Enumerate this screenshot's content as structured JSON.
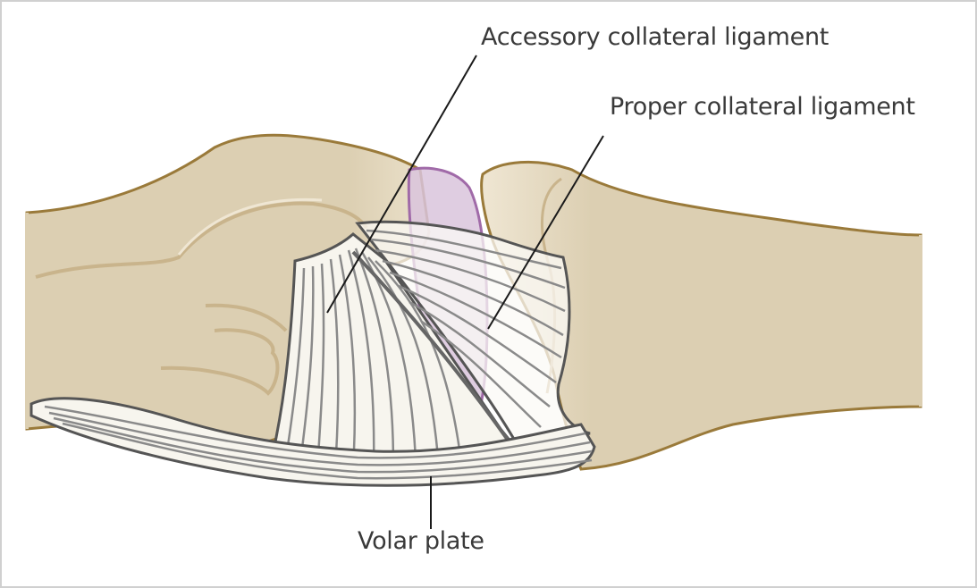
{
  "figure": {
    "subject": "Finger joint collateral ligament complex (lateral view)",
    "labels": {
      "accessory_collateral_ligament": "Accessory collateral ligament",
      "proper_collateral_ligament": "Proper collateral ligament",
      "volar_plate": "Volar plate"
    },
    "colors": {
      "bone_fill": "#dccfb2",
      "bone_outline": "#9a7a3a",
      "bone_shade": "#c9b48c",
      "ligament_fill": "#f7f5ee",
      "ligament_fiber": "#8a8a8a",
      "ligament_edge": "#555555",
      "cartilage_fill": "#c9aacd",
      "cartilage_edge": "#9a5fa2",
      "leader_line": "#1a1a1a",
      "label_text": "#3a3a3a",
      "frame_border": "#d0d0d0"
    }
  }
}
